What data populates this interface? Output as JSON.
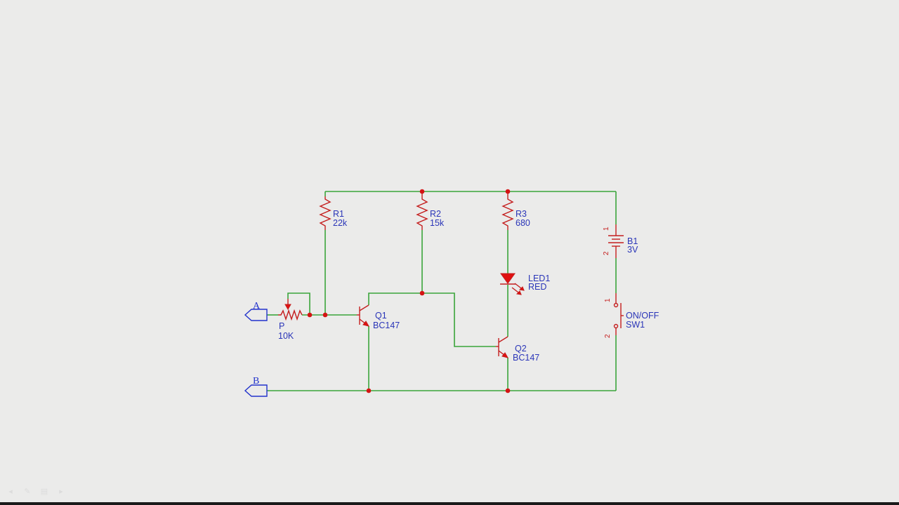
{
  "components": {
    "r1": {
      "ref": "R1",
      "value": "22k"
    },
    "r2": {
      "ref": "R2",
      "value": "15k"
    },
    "r3": {
      "ref": "R3",
      "value": "680"
    },
    "b1": {
      "ref": "B1",
      "value": "3V",
      "pin1": "1",
      "pin2": "2"
    },
    "led1": {
      "ref": "LED1",
      "value": "RED"
    },
    "q1": {
      "ref": "Q1",
      "value": "BC147"
    },
    "q2": {
      "ref": "Q2",
      "value": "BC147"
    },
    "sw1": {
      "ref": "ON/OFF",
      "value": "SW1",
      "pin1": "1",
      "pin2": "2"
    },
    "pot": {
      "ref": "P",
      "value": "10K"
    }
  },
  "ports": {
    "a": "A",
    "b": "B"
  },
  "controls": {
    "prev_icon": "◂",
    "edit_icon": "✎",
    "menu_icon": "▤",
    "next_icon": "▸"
  },
  "colors": {
    "wire": "#3aa53a",
    "component": "#c41e1e",
    "label": "#2a35b8",
    "background": "#ebebea"
  }
}
